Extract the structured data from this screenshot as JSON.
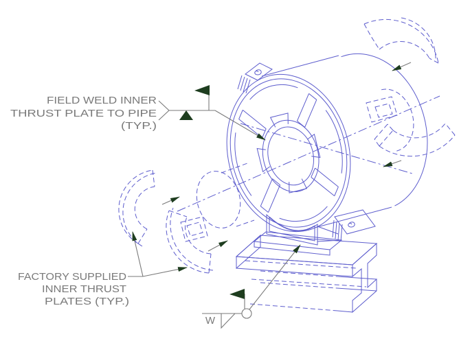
{
  "colors": {
    "cad_blue": "#5c5ccd",
    "annotation_gray": "#7a7a7a",
    "weld_green": "#1e3d1f",
    "bg": "#ffffff"
  },
  "labels": {
    "field_weld": {
      "line1": "FIELD WELD INNER",
      "line2": "THRUST PLATE TO PIPE",
      "line3": "(TYP.)"
    },
    "factory_supplied": {
      "line1": "FACTORY SUPPLIED",
      "line2": "INNER THRUST",
      "line3": "PLATES (TYP.)"
    },
    "weld_symbol_letter": "W"
  }
}
